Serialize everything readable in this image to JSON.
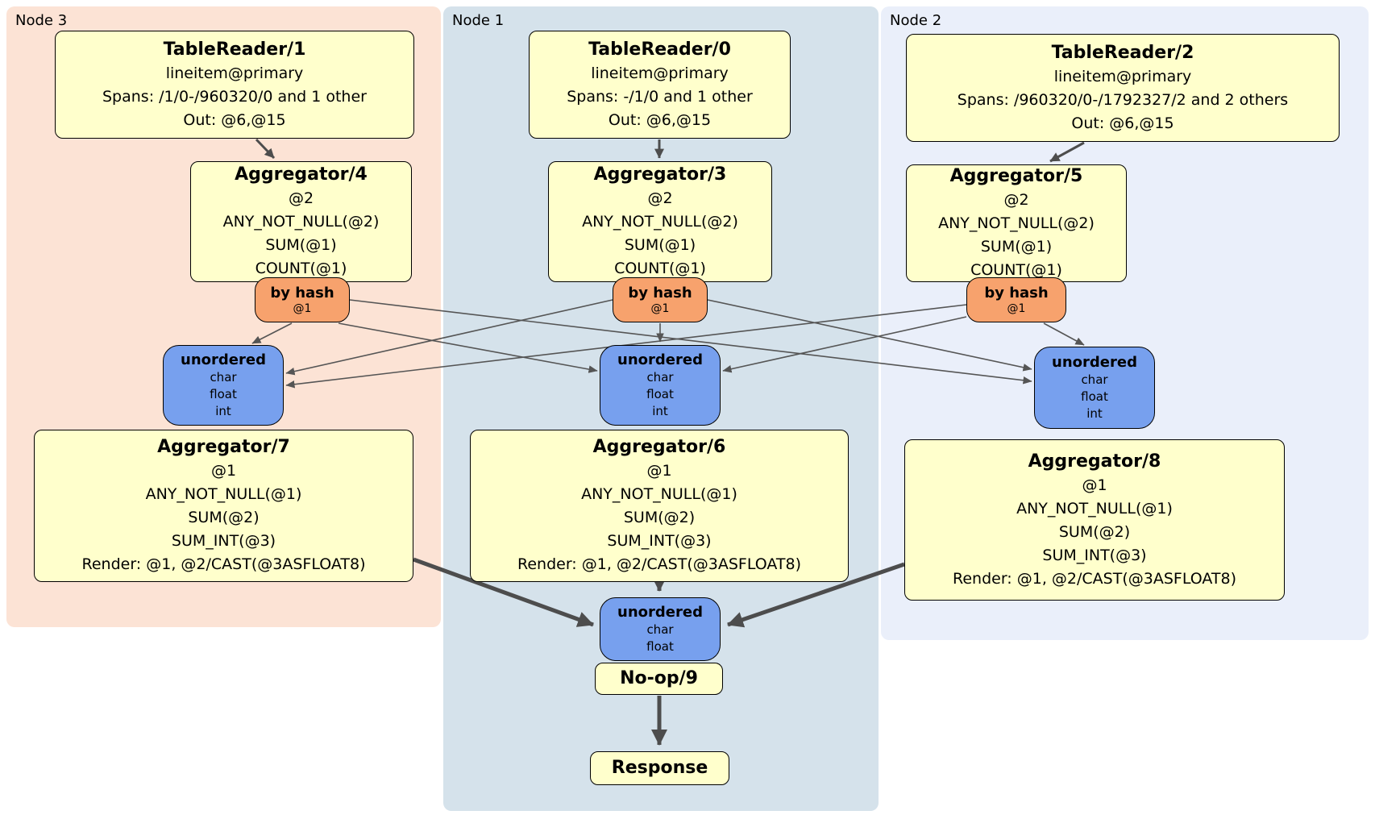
{
  "colors": {
    "node3_bg": "#fce3d5",
    "node1_bg": "#d5e2eb",
    "node2_bg": "#eaeffa",
    "processor_bg": "#ffffcc",
    "router_bg": "#f7a26d",
    "sync_bg": "#77a0ee",
    "edge_color": "#4d4d4d"
  },
  "node3": {
    "label": "Node 3",
    "tableReader": {
      "title": "TableReader/1",
      "lines": [
        "lineitem@primary",
        "Spans: /1/0-/960320/0 and 1 other",
        "Out: @6,@15"
      ]
    },
    "aggregatorTop": {
      "title": "Aggregator/4",
      "lines": [
        "@2",
        "ANY_NOT_NULL(@2)",
        "SUM(@1)",
        "COUNT(@1)"
      ]
    },
    "router": {
      "title": "by hash",
      "lines": [
        "@1"
      ]
    },
    "sync": {
      "title": "unordered",
      "lines": [
        "char",
        "float",
        "int"
      ]
    },
    "aggregatorBottom": {
      "title": "Aggregator/7",
      "lines": [
        "@1",
        "ANY_NOT_NULL(@1)",
        "SUM(@2)",
        "SUM_INT(@3)",
        "Render: @1, @2/CAST(@3ASFLOAT8)"
      ]
    }
  },
  "node1": {
    "label": "Node 1",
    "tableReader": {
      "title": "TableReader/0",
      "lines": [
        "lineitem@primary",
        "Spans: -/1/0 and 1 other",
        "Out: @6,@15"
      ]
    },
    "aggregatorTop": {
      "title": "Aggregator/3",
      "lines": [
        "@2",
        "ANY_NOT_NULL(@2)",
        "SUM(@1)",
        "COUNT(@1)"
      ]
    },
    "router": {
      "title": "by hash",
      "lines": [
        "@1"
      ]
    },
    "sync": {
      "title": "unordered",
      "lines": [
        "char",
        "float",
        "int"
      ]
    },
    "aggregatorBottom": {
      "title": "Aggregator/6",
      "lines": [
        "@1",
        "ANY_NOT_NULL(@1)",
        "SUM(@2)",
        "SUM_INT(@3)",
        "Render: @1, @2/CAST(@3ASFLOAT8)"
      ]
    },
    "finalSync": {
      "title": "unordered",
      "lines": [
        "char",
        "float"
      ]
    },
    "noop": {
      "title": "No-op/9"
    },
    "response": {
      "title": "Response"
    }
  },
  "node2": {
    "label": "Node 2",
    "tableReader": {
      "title": "TableReader/2",
      "lines": [
        "lineitem@primary",
        "Spans: /960320/0-/1792327/2 and 2 others",
        "Out: @6,@15"
      ]
    },
    "aggregatorTop": {
      "title": "Aggregator/5",
      "lines": [
        "@2",
        "ANY_NOT_NULL(@2)",
        "SUM(@1)",
        "COUNT(@1)"
      ]
    },
    "router": {
      "title": "by hash",
      "lines": [
        "@1"
      ]
    },
    "sync": {
      "title": "unordered",
      "lines": [
        "char",
        "float",
        "int"
      ]
    },
    "aggregatorBottom": {
      "title": "Aggregator/8",
      "lines": [
        "@1",
        "ANY_NOT_NULL(@1)",
        "SUM(@2)",
        "SUM_INT(@3)",
        "Render: @1, @2/CAST(@3ASFLOAT8)"
      ]
    }
  },
  "edges": [
    {
      "from": "TableReader/1",
      "to": "Aggregator/4"
    },
    {
      "from": "TableReader/0",
      "to": "Aggregator/3"
    },
    {
      "from": "TableReader/2",
      "to": "Aggregator/5"
    },
    {
      "from": "by hash (Node 3)",
      "to": "unordered (Node 3)"
    },
    {
      "from": "by hash (Node 3)",
      "to": "unordered (Node 1)"
    },
    {
      "from": "by hash (Node 3)",
      "to": "unordered (Node 2)"
    },
    {
      "from": "by hash (Node 1)",
      "to": "unordered (Node 3)"
    },
    {
      "from": "by hash (Node 1)",
      "to": "unordered (Node 1)"
    },
    {
      "from": "by hash (Node 1)",
      "to": "unordered (Node 2)"
    },
    {
      "from": "by hash (Node 2)",
      "to": "unordered (Node 3)"
    },
    {
      "from": "by hash (Node 2)",
      "to": "unordered (Node 1)"
    },
    {
      "from": "by hash (Node 2)",
      "to": "unordered (Node 2)"
    },
    {
      "from": "Aggregator/7",
      "to": "unordered (final)"
    },
    {
      "from": "Aggregator/6",
      "to": "unordered (final)"
    },
    {
      "from": "Aggregator/8",
      "to": "unordered (final)"
    },
    {
      "from": "unordered (final)",
      "to": "No-op/9"
    },
    {
      "from": "No-op/9",
      "to": "Response"
    }
  ]
}
